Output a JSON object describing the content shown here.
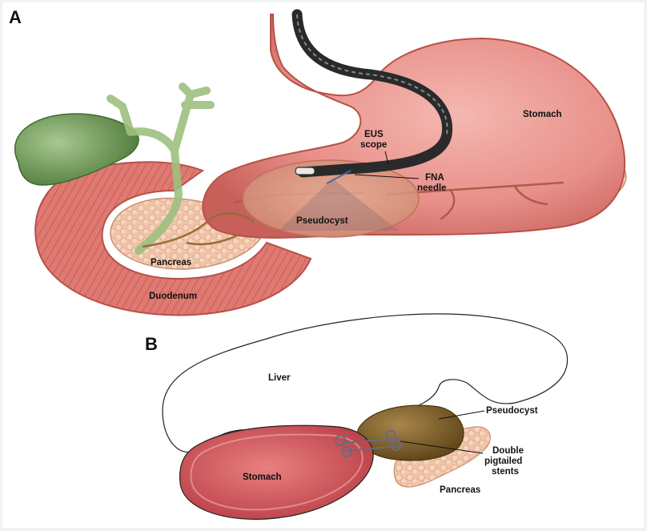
{
  "panel_a": {
    "letter": "A",
    "labels": {
      "stomach": "Stomach",
      "eus_scope_line1": "EUS",
      "eus_scope_line2": "scope",
      "fna_line1": "FNA",
      "fna_line2": "needle",
      "pseudocyst": "Pseudocyst",
      "pancreas": "Pancreas",
      "duodenum": "Duodenum"
    }
  },
  "panel_b": {
    "letter": "B",
    "labels": {
      "liver": "Liver",
      "pseudocyst": "Pseudocyst",
      "stents_line1": "Double",
      "stents_line2": "pigtailed",
      "stents_line3": "stents",
      "stomach": "Stomach",
      "pancreas": "Pancreas"
    }
  },
  "colors": {
    "stomach_pink": "#e8908a",
    "stomach_dark": "#c8605a",
    "duodenum_red": "#d87068",
    "gallbladder_green": "#6e9a55",
    "bile_duct_green": "#9cc080",
    "pancreas_tan": "#f1c4a8",
    "pseudocyst_brown": "#7a5a25",
    "scope_black": "#2a2a2a"
  }
}
